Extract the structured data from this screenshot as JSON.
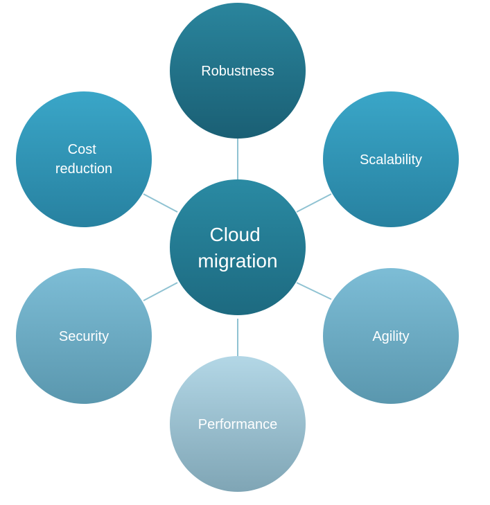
{
  "center": {
    "lines": [
      "Cloud",
      "migration"
    ]
  },
  "nodes": [
    {
      "id": "robustness",
      "lines": [
        "Robustness"
      ]
    },
    {
      "id": "scalability",
      "lines": [
        "Scalability"
      ]
    },
    {
      "id": "agility",
      "lines": [
        "Agility"
      ]
    },
    {
      "id": "performance",
      "lines": [
        "Performance"
      ]
    },
    {
      "id": "security",
      "lines": [
        "Security"
      ]
    },
    {
      "id": "cost-reduction",
      "lines": [
        "Cost",
        "reduction"
      ]
    }
  ],
  "colors": {
    "connector": "#8fc2d2",
    "center_top": "#2a8aa3",
    "center_bottom": "#1d6a80",
    "robustness_top": "#2a859d",
    "robustness_bottom": "#1a5f74",
    "scalability_top": "#3aa6c8",
    "scalability_bottom": "#2781a0",
    "cost_top": "#3aa6c8",
    "cost_bottom": "#2781a0",
    "agility_top": "#7dbdd6",
    "agility_bottom": "#5a97ae",
    "security_top": "#7dbdd6",
    "security_bottom": "#5a97ae",
    "performance_top": "#b3d7e6",
    "performance_bottom": "#7fa5b5",
    "label": "#ffffff"
  }
}
